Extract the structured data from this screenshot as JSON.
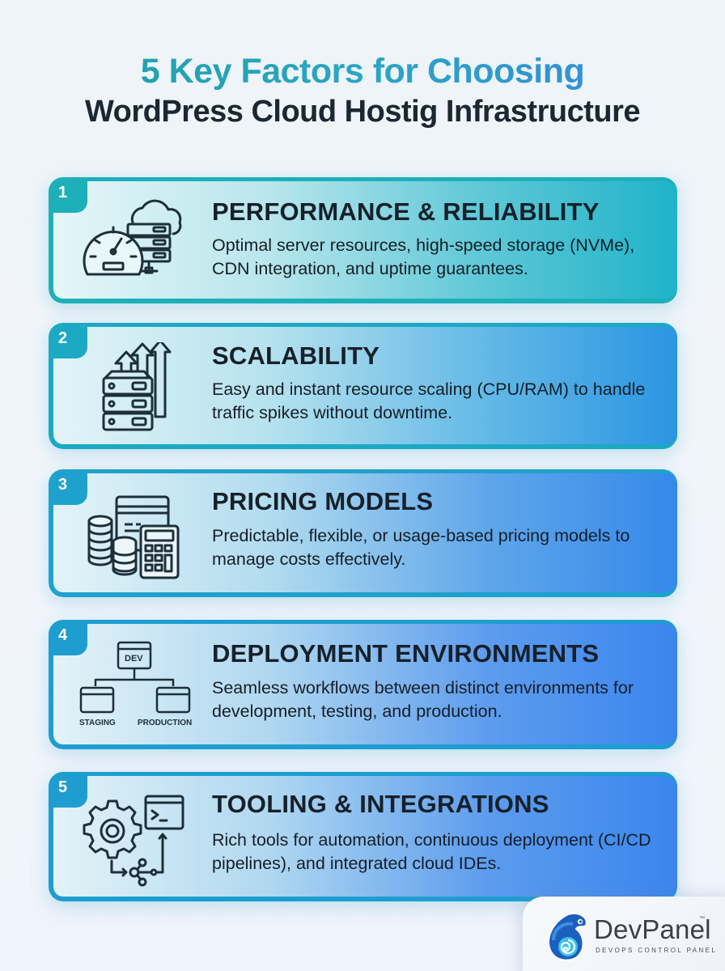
{
  "header": {
    "title_line1": "5 Key Factors for Choosing",
    "title_line2": "WordPress Cloud Hostig Infrastructure"
  },
  "colors": {
    "teal": "#1fb5c0",
    "blue": "#3b86ef",
    "dark_text": "#17202a",
    "icon_stroke": "#1d2f3a"
  },
  "factors": [
    {
      "number": "1",
      "icon": "speedometer-server-cloud-icon",
      "title": "PERFORMANCE & RELIABILITY",
      "description": "Optimal server resources, high-speed storage (NVMe), CDN integration, and uptime guarantees."
    },
    {
      "number": "2",
      "icon": "server-scaling-arrows-icon",
      "title": "SCALABILITY",
      "description": "Easy and instant resource scaling (CPU/RAM) to handle traffic spikes without downtime."
    },
    {
      "number": "3",
      "icon": "coins-calculator-card-icon",
      "title": "PRICING MODELS",
      "description": "Predictable, flexible, or usage-based pricing models to manage costs effectively."
    },
    {
      "number": "4",
      "icon": "environment-tree-icon",
      "title": "DEPLOYMENT ENVIRONMENTS",
      "description": "Seamless workflows between distinct environments for development, testing, and production.",
      "diagram_labels": {
        "dev": "DEV",
        "staging": "STAGING",
        "production": "PRODUCTION"
      }
    },
    {
      "number": "5",
      "icon": "gear-terminal-pipeline-icon",
      "title": "TOOLING & INTEGRATIONS",
      "description": "Rich tools for automation, continuous deployment (CI/CD pipelines), and integrated cloud IDEs."
    }
  ],
  "logo": {
    "brand": "DevPanel",
    "trademark": "™",
    "tagline": "DEVOPS CONTROL PANEL"
  }
}
